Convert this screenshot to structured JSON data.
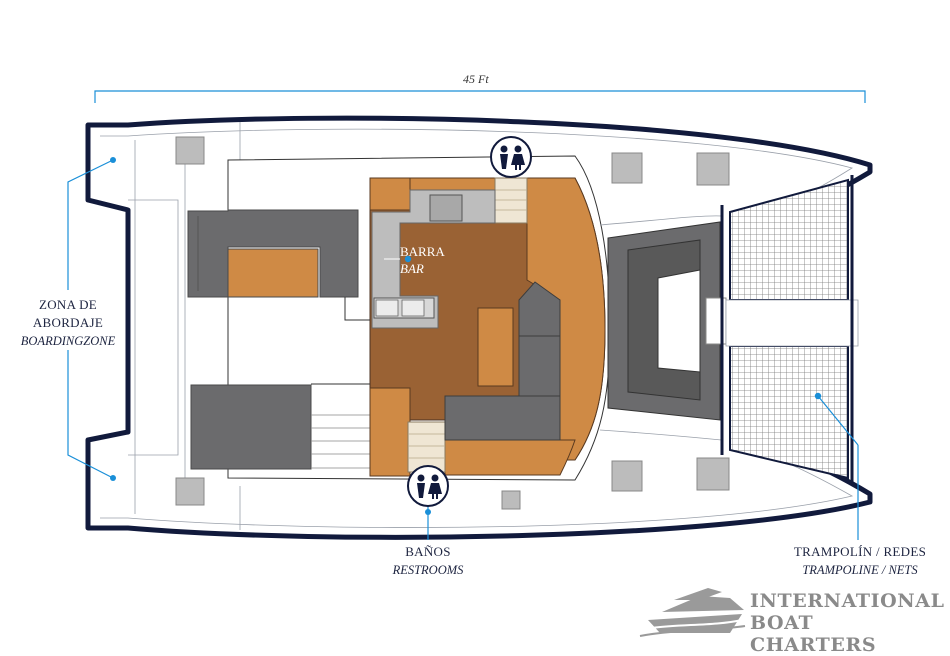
{
  "dimension": {
    "length": "45 Ft"
  },
  "labels": {
    "boarding": {
      "es_line1": "ZONA DE",
      "es_line2": "ABORDAJE",
      "en": "BOARDINGZONE"
    },
    "bar": {
      "es": "BARRA",
      "en": "BAR"
    },
    "restrooms": {
      "es": "BAÑOS",
      "en": "RESTROOMS"
    },
    "trampoline": {
      "es": "TRAMPOLÍN / REDES",
      "en": "TRAMPOLINE / NETS"
    }
  },
  "brand": {
    "line1": "INTERNATIONAL",
    "line2": "BOAT CHARTERS"
  },
  "icons": [
    "restroom-icon",
    "boat-logo-icon",
    "marker-dot-icon"
  ],
  "colors": {
    "hull_outline": "#111a3c",
    "callout_line": "#1a8fd8",
    "wood_light": "#cf8a45",
    "wood_dark": "#9a6234",
    "seating": "#6b6b6d",
    "counter": "#bdbdbd",
    "brand_gray": "#8a8a8a"
  }
}
